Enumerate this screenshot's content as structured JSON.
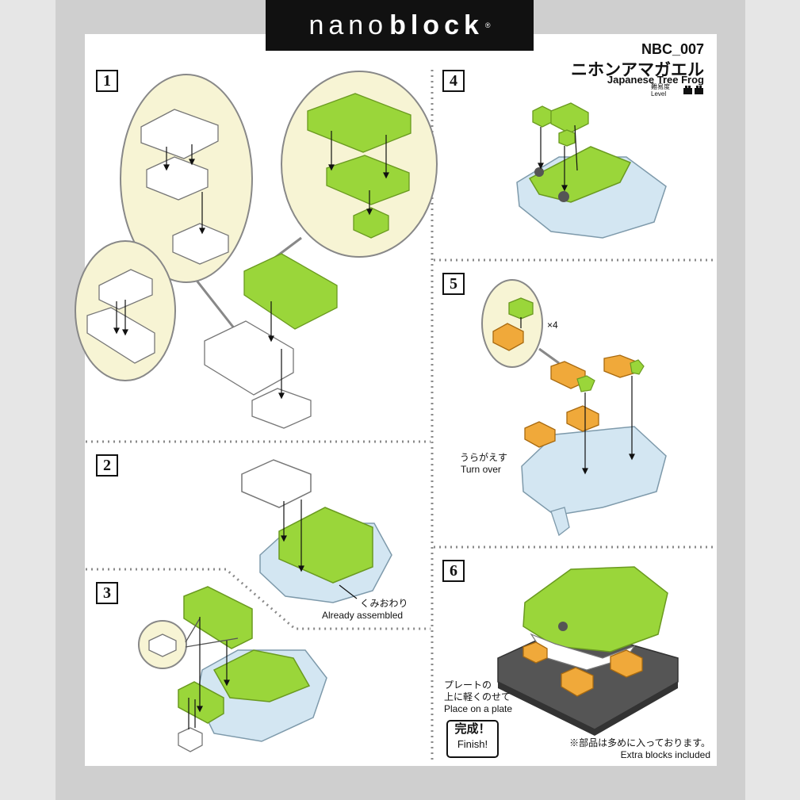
{
  "brand": {
    "logo_light": "nano",
    "logo_bold": "block",
    "logo_mark": "®"
  },
  "header": {
    "code": "NBC_007",
    "title_jp": "ニホンアマガエル",
    "title_en": "Japanese Tree Frog",
    "level_jp": "難易度",
    "level_en": "Level",
    "level_value": 2
  },
  "steps": [
    {
      "number": "1"
    },
    {
      "number": "2"
    },
    {
      "number": "3"
    },
    {
      "number": "4"
    },
    {
      "number": "5"
    },
    {
      "number": "6"
    }
  ],
  "step2": {
    "note_jp": "くみおわり",
    "note_en": "Already assembled"
  },
  "step5": {
    "multiplier": "×4",
    "note_jp": "うらがえす",
    "note_en": "Turn over"
  },
  "step6": {
    "note_jp_1": "プレートの",
    "note_jp_2": "上に軽くのせて",
    "note_en": "Place on a plate",
    "finish_jp": "完成！",
    "finish_en": "Finish!"
  },
  "footer": {
    "extra_jp": "※部品は多めに入っております。",
    "extra_en": "Extra blocks included"
  },
  "colors": {
    "green": "#9ad63a",
    "white": "#ffffff",
    "lightblue": "#d3e6f2",
    "orange": "#f0a93a",
    "dark": "#555555",
    "bubble": "#f7f4d4"
  }
}
